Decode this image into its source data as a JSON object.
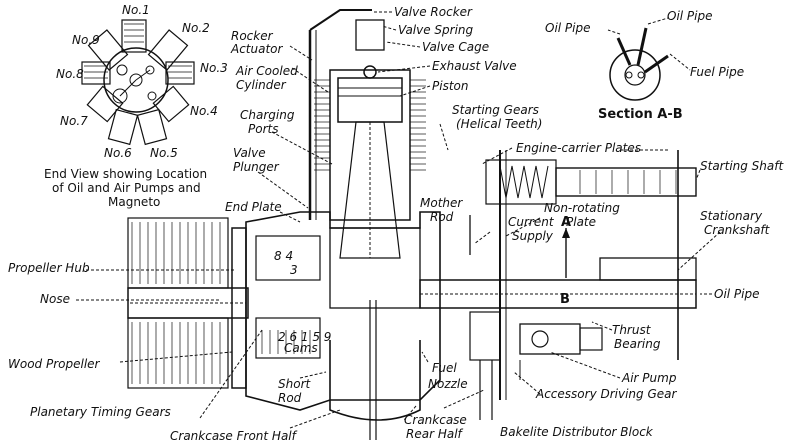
{
  "labels": {
    "no1": "No.1",
    "no2": "No.2",
    "no3": "No.3",
    "no4": "No.4",
    "no5": "No.5",
    "no6": "No.6",
    "no7": "No.7",
    "no8": "No.8",
    "no9": "No.9",
    "end_view_line1": "End View showing Location",
    "end_view_line2": "of Oil and Air Pumps and",
    "end_view_line3": "Magneto",
    "rocker_actuator_1": "Rocker",
    "rocker_actuator_2": "Actuator",
    "air_cooled_1": "Air Cooled",
    "air_cooled_2": "Cylinder",
    "charging_1": "Charging",
    "charging_2": "Ports",
    "valve_plunger_1": "Valve",
    "valve_plunger_2": "Plunger",
    "end_plate": "End Plate",
    "valve_rocker": "Valve Rocker",
    "valve_spring": "Valve Spring",
    "valve_cage": "Valve Cage",
    "exhaust_valve": "Exhaust Valve",
    "piston": "Piston",
    "starting_gears_1": "Starting Gears",
    "starting_gears_2": "(Helical Teeth)",
    "engine_carrier": "Engine-carrier Plates",
    "starting_shaft": "Starting Shaft",
    "mother_rod_1": "Mother",
    "mother_rod_2": "Rod",
    "non_rotating_1": "Non-rotating",
    "non_rotating_2": "Plate",
    "current_supply_1": "Current",
    "current_supply_2": "Supply",
    "stationary_1": "Stationary",
    "stationary_2": "Crankshaft",
    "oil_pipe_main": "Oil Pipe",
    "section_ab": "Section A-B",
    "oil_pipe_top": "Oil Pipe",
    "oil_pipe_top2": "Oil Pipe",
    "fuel_pipe": "Fuel Pipe",
    "propeller_hub": "Propeller Hub",
    "nose": "Nose",
    "wood_propeller": "Wood Propeller",
    "planetary": "Planetary Timing Gears",
    "crankcase_front": "Crankcase Front Half",
    "short_rod_1": "Short",
    "short_rod_2": "Rod",
    "crankcase_rear_1": "Crankcase",
    "crankcase_rear_2": "Rear Half",
    "fuel_nozzle_1": "Fuel",
    "fuel_nozzle_2": "Nozzle",
    "bakelite": "Bakelite Distributor Block",
    "accessory": "Accessory Driving Gear",
    "air_pump": "Air Pump",
    "thrust_1": "Thrust",
    "thrust_2": "Bearing",
    "cams": "Cams",
    "cam_numbers": "2 6 1 5 9",
    "gear_numbers": "8 4",
    "gear_number_3": "3",
    "marker_a": "A",
    "marker_b": "B"
  }
}
